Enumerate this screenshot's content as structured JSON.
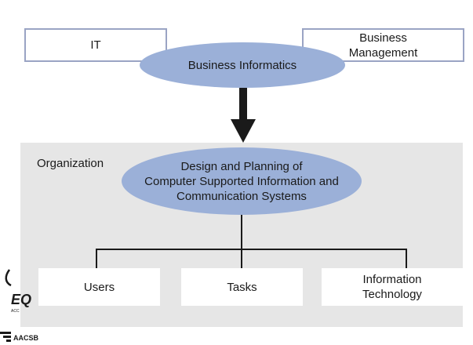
{
  "top": {
    "it_label": "IT",
    "business_mgmt_label": "Business\nManagement",
    "business_informatics_label": "Business Informatics"
  },
  "organization": {
    "label": "Organization",
    "center_label": "Design and Planning of\nComputer Supported Information and\nCommunication Systems"
  },
  "bottom": {
    "users_label": "Users",
    "tasks_label": "Tasks",
    "info_tech_label": "Information\nTechnology"
  },
  "logos": {
    "equis_partial": "EQ",
    "aacsb": "AACSB"
  },
  "colors": {
    "ellipse_fill": "#9bb0d8",
    "top_box_border": "#9aa4c4",
    "org_background": "#e6e6e6",
    "lines": "#1a1a1a"
  }
}
